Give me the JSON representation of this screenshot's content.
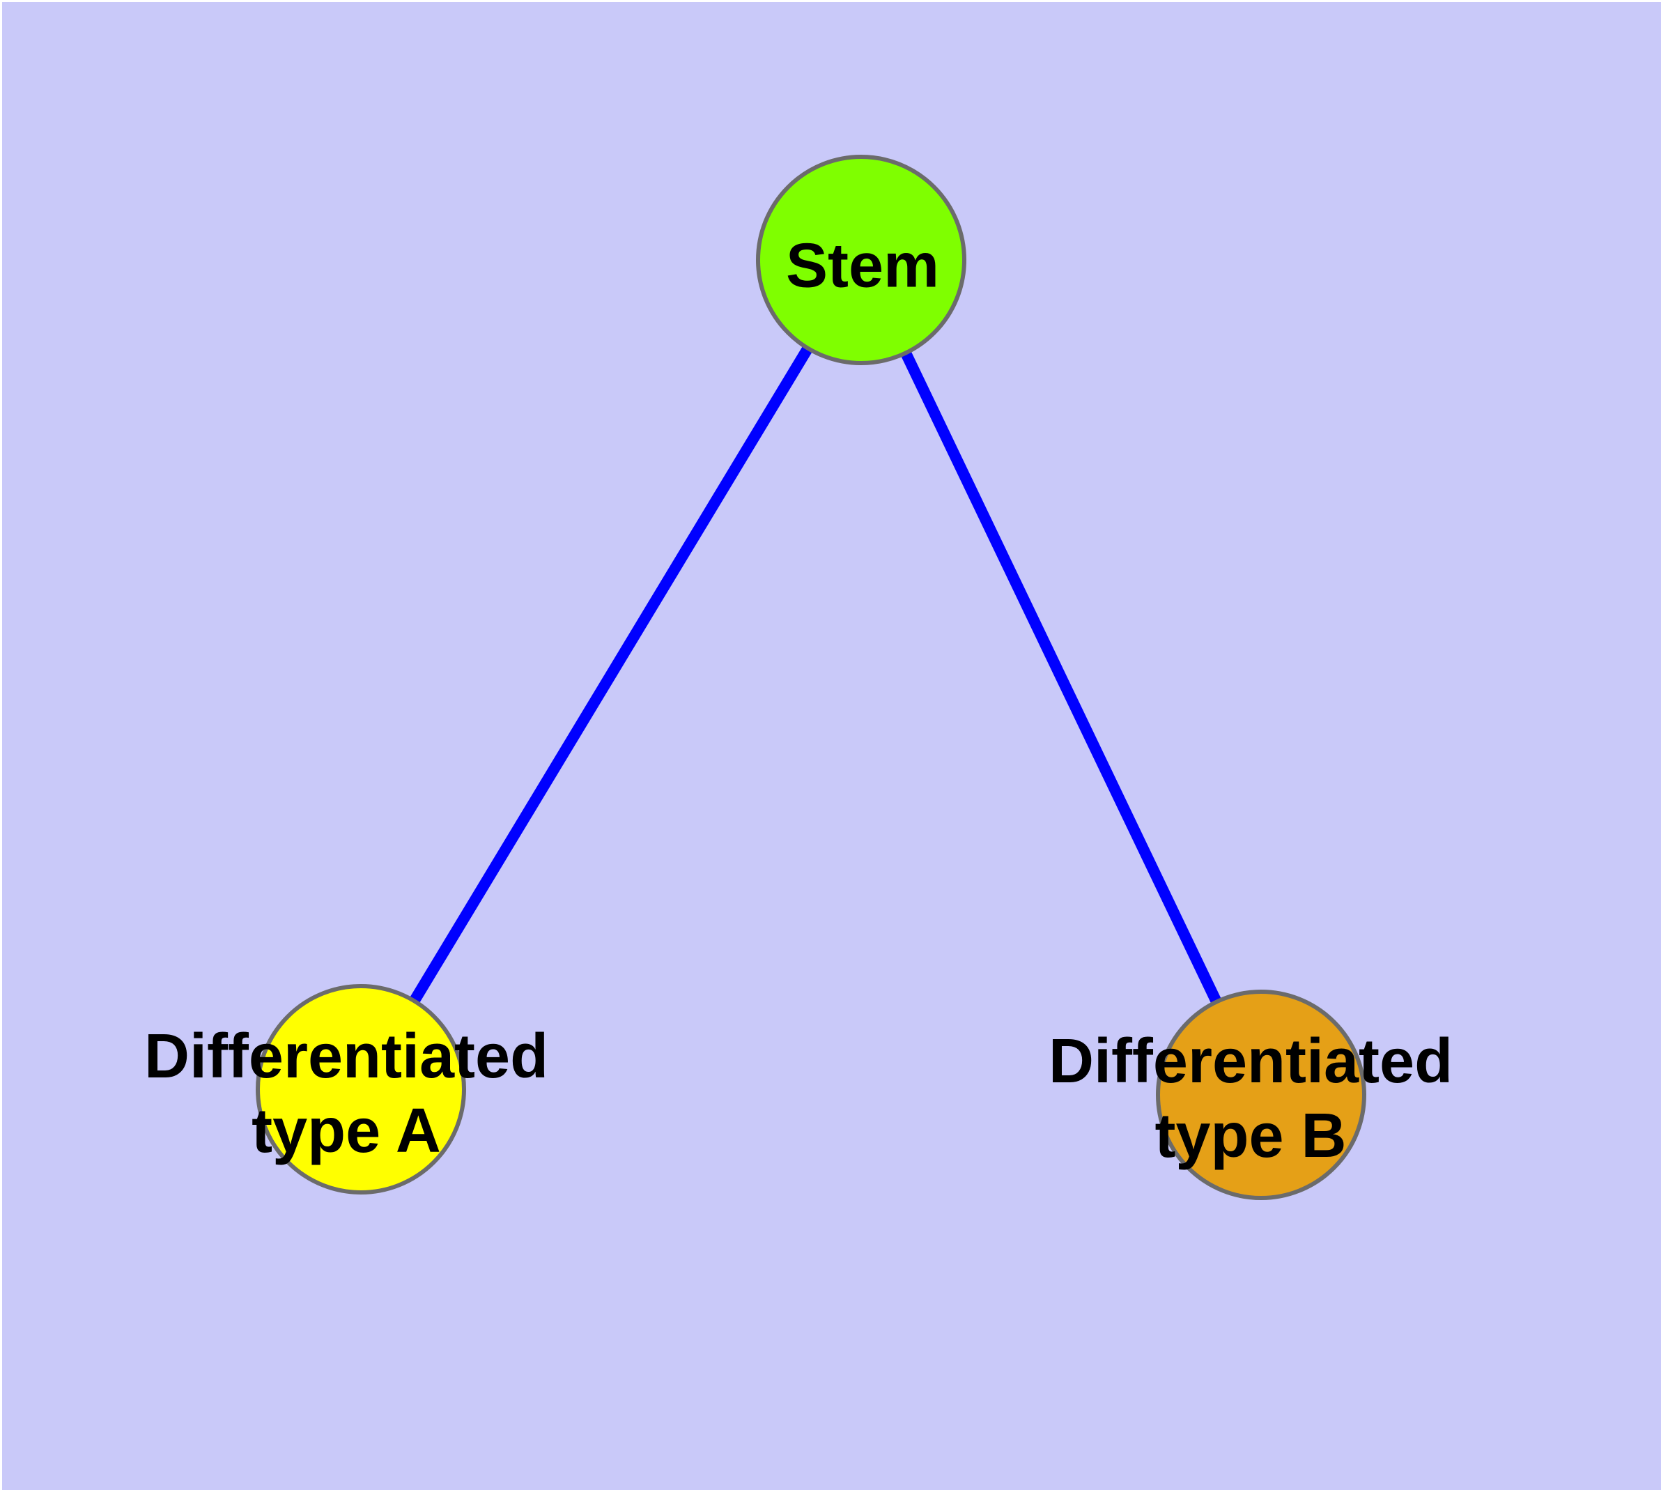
{
  "diagram": {
    "background_color": "#C9C9F9",
    "edge_color": "#0000FF",
    "node_border_color": "#6B6B6B",
    "label_color": "#000000",
    "nodes": {
      "stem": {
        "label": "Stem",
        "color": "#7FFF00"
      },
      "type_a": {
        "label_line1": "Differentiated",
        "label_line2": "type A",
        "color": "#FFFF00"
      },
      "type_b": {
        "label_line1": "Differentiated",
        "label_line2": "type B",
        "color": "#E5A017"
      }
    },
    "edges": [
      {
        "from": "Stem",
        "to": "Differentiated type A"
      },
      {
        "from": "Stem",
        "to": "Differentiated type B"
      }
    ]
  }
}
